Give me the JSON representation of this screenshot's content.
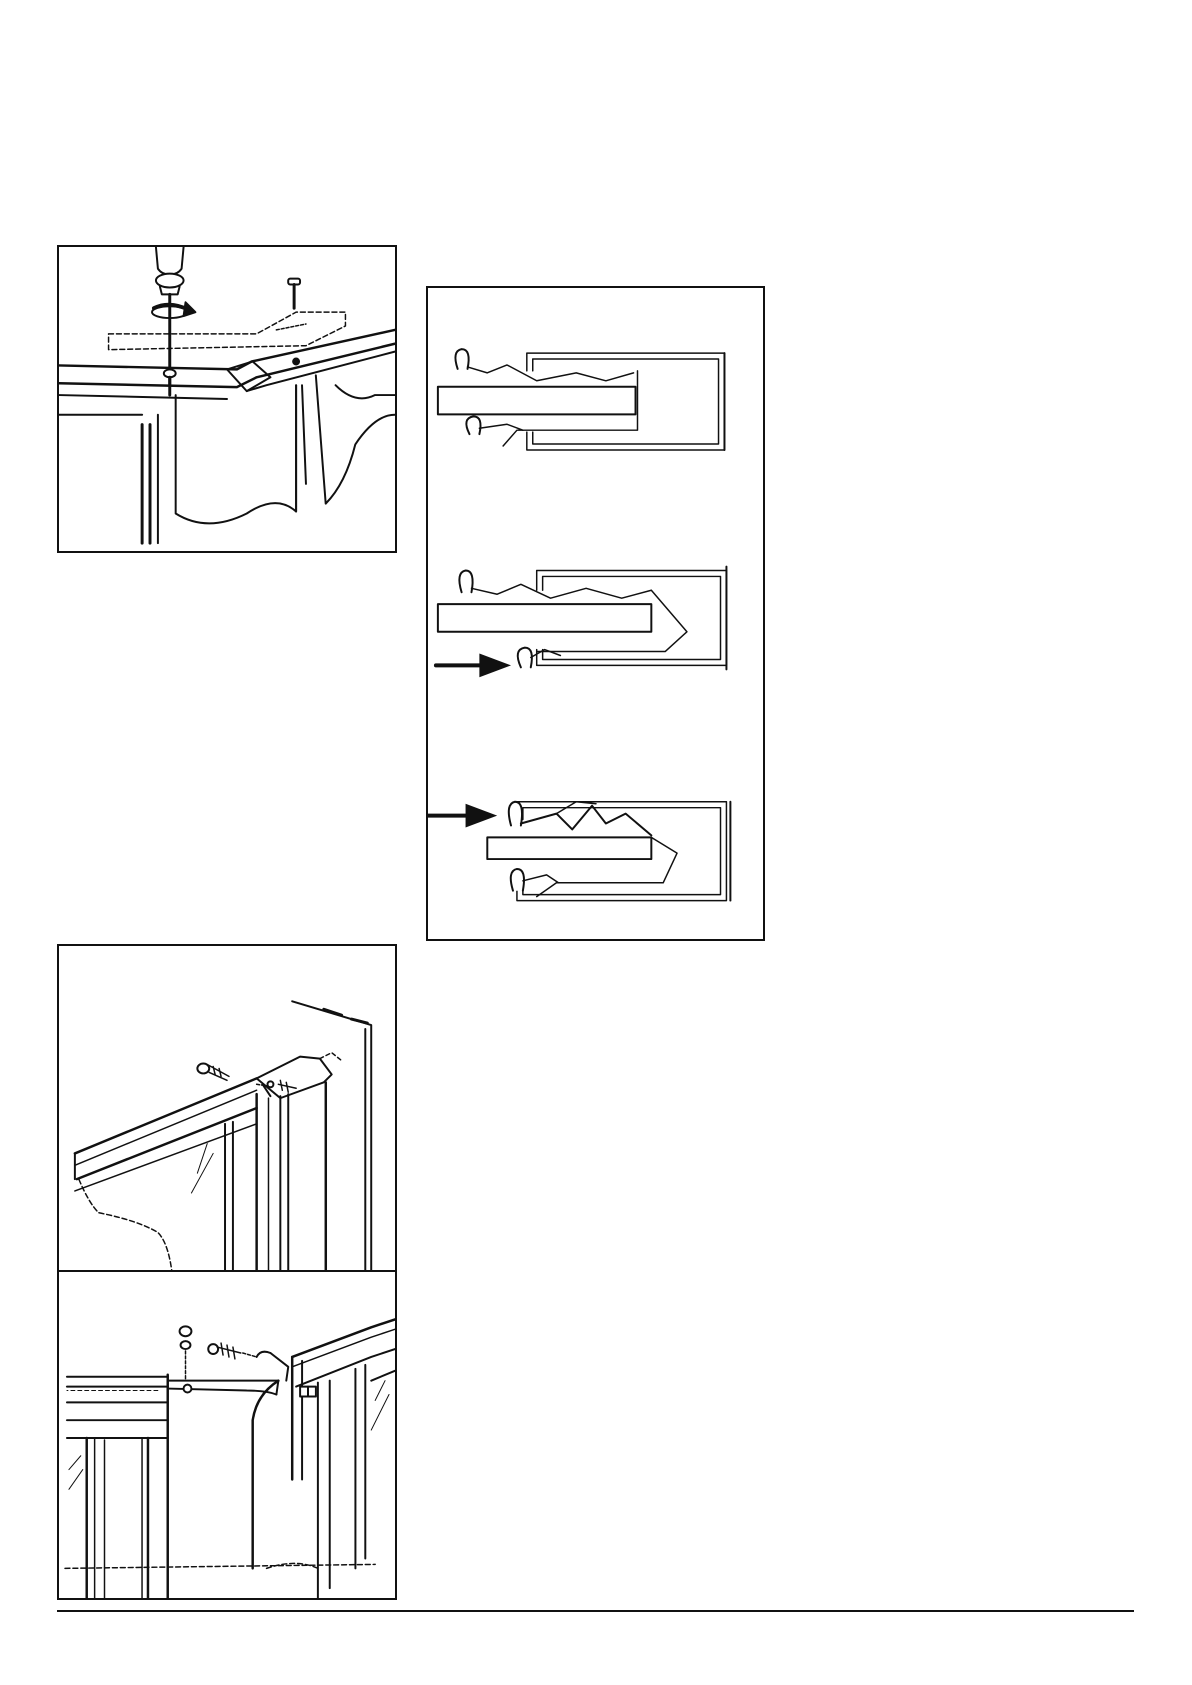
{
  "page": {
    "background": "#ffffff",
    "line_color": "#111111"
  },
  "figures": [
    {
      "id": "fig-screw",
      "depicts": "screwdriver-tightening-screw-on-frame-corner"
    },
    {
      "id": "fig-seal",
      "depicts": "seal-profile-cross-sections-three-steps"
    },
    {
      "id": "fig-bracket",
      "depicts": "wall-bracket-screws-into-profile"
    },
    {
      "id": "fig-corner",
      "depicts": "corner-joint-screws-and-caps"
    }
  ]
}
